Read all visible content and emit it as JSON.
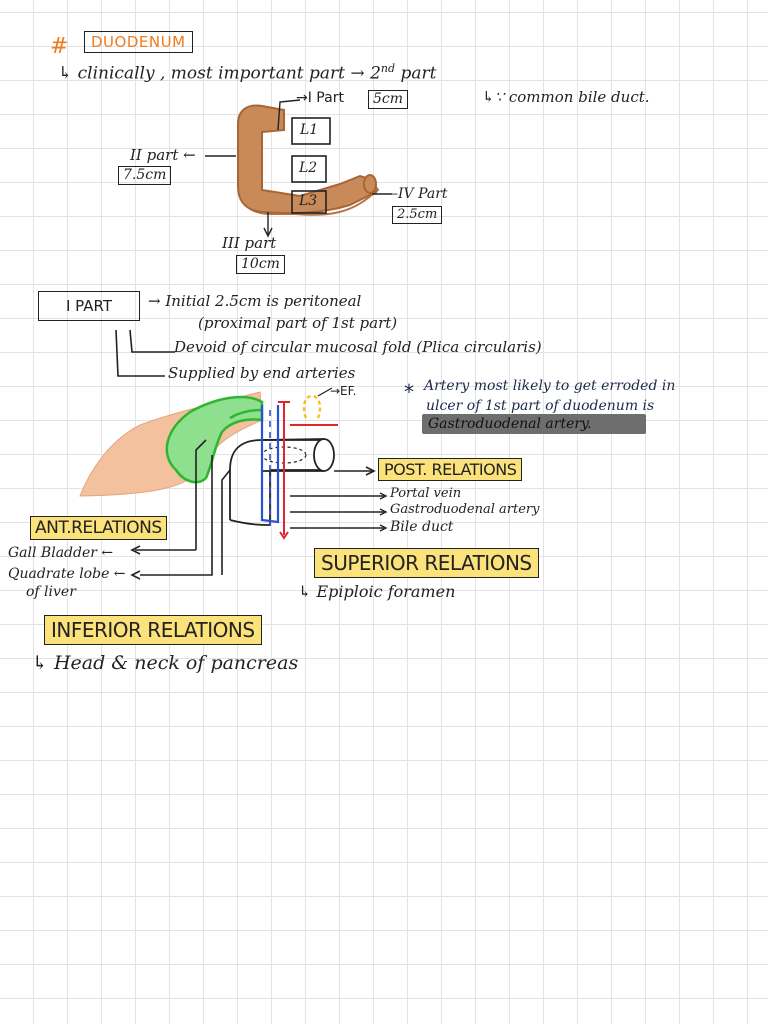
{
  "title": {
    "hash": "#",
    "text": "DUODENUM"
  },
  "intro": {
    "clinically": "↳ clinically , most important part → 2",
    "nd": "nd",
    "part": "part",
    "bile": "↳∵ common bile duct."
  },
  "diagram": {
    "part1": "→I Part",
    "part1_len": "5cm",
    "part2": "II part ←",
    "part2_len": "7.5cm",
    "part3": "III part",
    "part3_len": "10cm",
    "part4": "—IV Part",
    "part4_len": "2.5cm",
    "l1": "L1",
    "l2": "L2",
    "l3": "L3"
  },
  "first_part": {
    "label": "I PART",
    "line1": "→ Initial 2.5cm is peritoneal",
    "line2": "(proximal part of 1st part)",
    "line3": "Devoid of circular mucosal fold (Plica circularis)",
    "line4": "Supplied by end arteries",
    "ef": "→EF."
  },
  "note": {
    "star": "*",
    "line1": "Artery most likely to get erroded in",
    "line2": "ulcer of 1st part of duodenum is",
    "line3": "Gastroduodenal artery."
  },
  "post": {
    "title": "POST. RELATIONS",
    "items": [
      "Portal vein",
      "Gastroduodenal artery",
      "Bile duct"
    ]
  },
  "ant": {
    "title": "ANT.RELATIONS",
    "items": [
      "Gall Bladder ←",
      "Quadrate lobe ←",
      "of liver"
    ]
  },
  "superior": {
    "title": "SUPERIOR RELATIONS",
    "item": "↳ Epiploic foramen"
  },
  "inferior": {
    "title": "INFERIOR RELATIONS",
    "item": "↳ Head & neck of pancreas"
  },
  "colors": {
    "accent_orange": "#f07a1c",
    "duodenum_brown": "#c98a5a",
    "liver_peach": "#f3c19e",
    "gallbladder_green": "#4cc94c",
    "highlight_yellow": "#fbe27a",
    "portal_blue": "#2a4fd8",
    "artery_red": "#e0262b",
    "ef_yellow": "#f2c21a"
  }
}
